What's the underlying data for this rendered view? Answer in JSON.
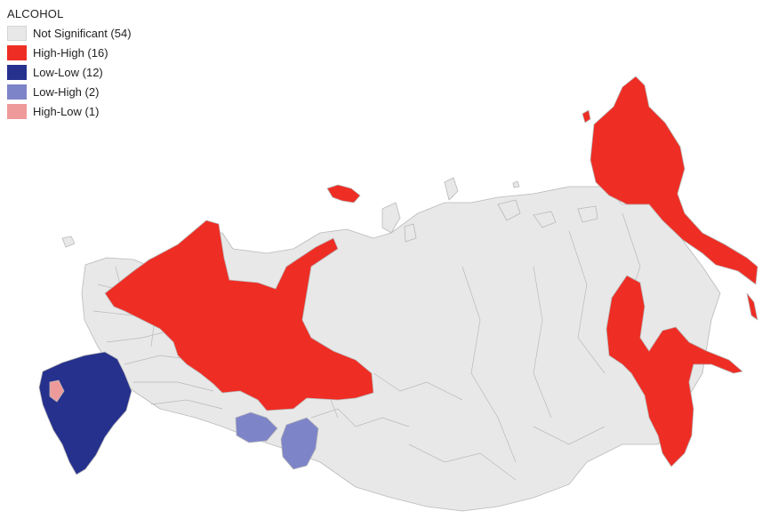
{
  "legend": {
    "title": "ALCOHOL",
    "items": [
      {
        "label": "Not Significant (54)",
        "color": "#e8e8e8"
      },
      {
        "label": "High-High (16)",
        "color": "#ee2d24"
      },
      {
        "label": "Low-Low (12)",
        "color": "#26318d"
      },
      {
        "label": "Low-High (2)",
        "color": "#7d84c8"
      },
      {
        "label": "High-Low (1)",
        "color": "#ef9a9a"
      }
    ]
  },
  "map": {
    "subject": "Russia regions – LISA cluster map",
    "base_color": "#e8e8e8",
    "border_color": "#b9b9b9"
  }
}
